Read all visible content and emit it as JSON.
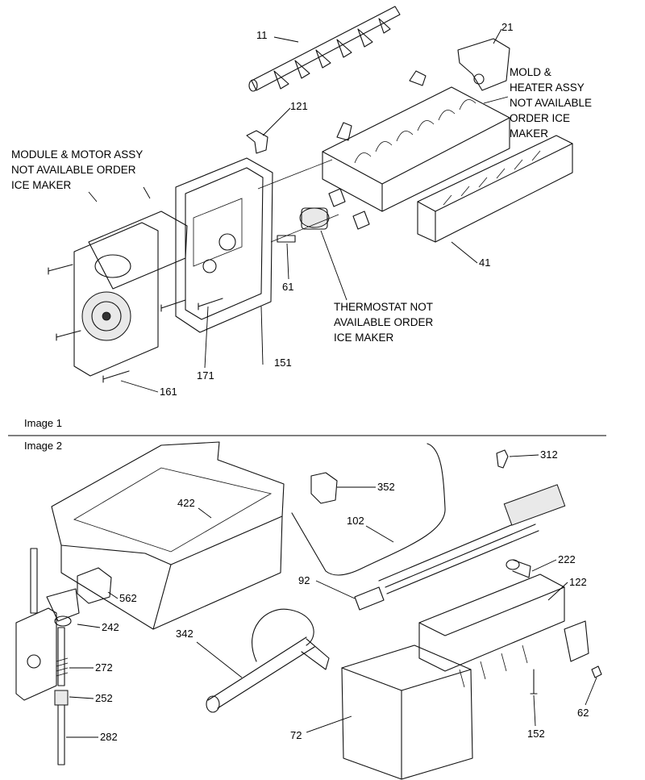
{
  "captions": {
    "image1": "Image 1",
    "image2": "Image 2"
  },
  "notes": {
    "module_motor": [
      "MODULE & MOTOR ASSY",
      "NOT AVAILABLE ORDER",
      "ICE MAKER"
    ],
    "mold_heater": [
      "MOLD &",
      "HEATER ASSY",
      "NOT AVAILABLE",
      "ORDER ICE",
      "MAKER"
    ],
    "thermostat": [
      "THERMOSTAT NOT",
      "AVAILABLE ORDER",
      "ICE MAKER"
    ]
  },
  "parts": {
    "p11": "11",
    "p21": "21",
    "p121": "121",
    "p41": "41",
    "p61": "61",
    "p151": "151",
    "p171": "171",
    "p161": "161",
    "p312": "312",
    "p352": "352",
    "p422": "422",
    "p102": "102",
    "p562": "562",
    "p222": "222",
    "p92": "92",
    "p122": "122",
    "p242": "242",
    "p342": "342",
    "p272": "272",
    "p62": "62",
    "p252": "252",
    "p152": "152",
    "p72": "72",
    "p282": "282"
  }
}
